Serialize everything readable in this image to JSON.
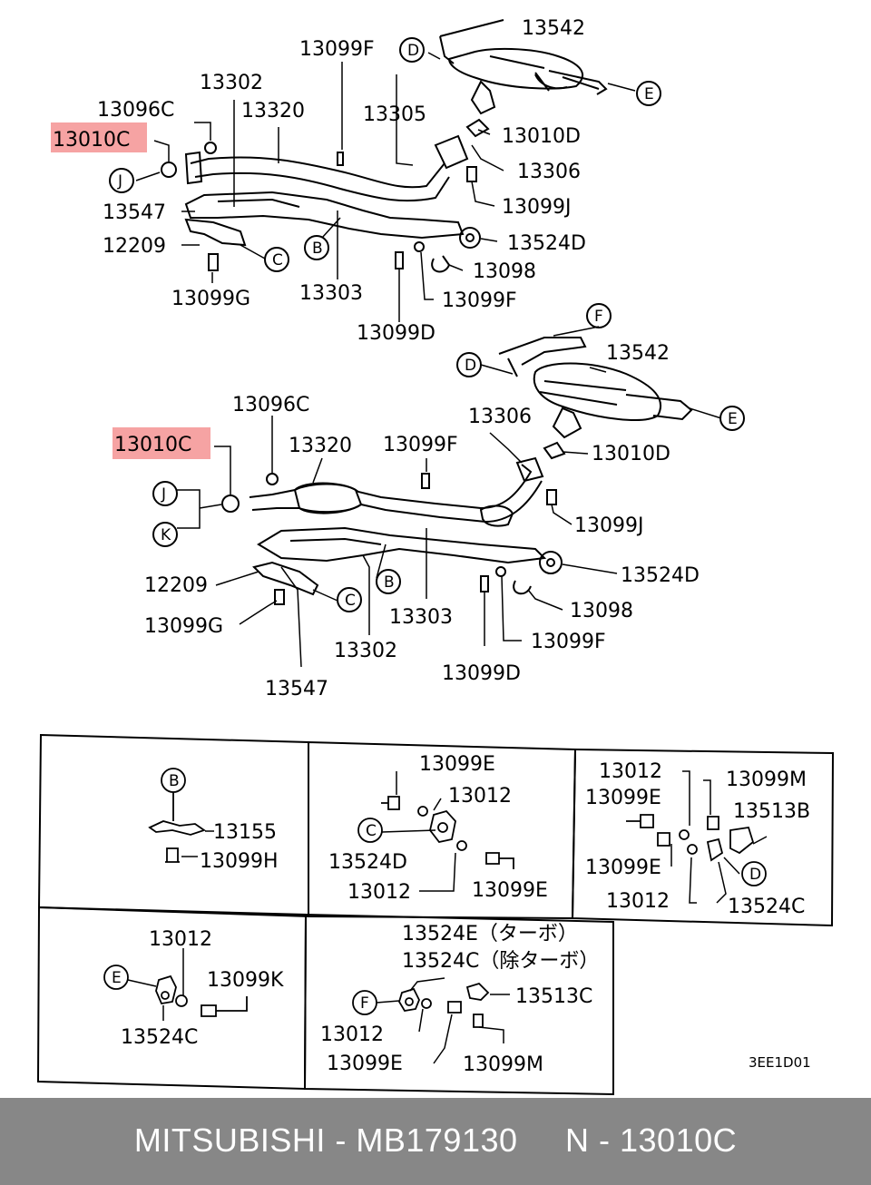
{
  "diagram": {
    "upper_assembly": {
      "labels": {
        "l13542": "13542",
        "l13099F_top": "13099F",
        "l13302": "13302",
        "l13096C": "13096C",
        "l13320": "13320",
        "l13305": "13305",
        "l13010D": "13010D",
        "l13010C": "13010C",
        "l13306": "13306",
        "l13099J": "13099J",
        "l13547": "13547",
        "l13524D": "13524D",
        "l12209": "12209",
        "l13098": "13098",
        "l13099G": "13099G",
        "l13303": "13303",
        "l13099F": "13099F",
        "l13099D": "13099D"
      },
      "circles": {
        "D": "D",
        "E": "E",
        "J": "J",
        "C": "C",
        "B": "B"
      }
    },
    "lower_assembly": {
      "labels": {
        "l13542": "13542",
        "l13096C": "13096C",
        "l13306": "13306",
        "l13010C": "13010C",
        "l13320": "13320",
        "l13099F_top": "13099F",
        "l13010D": "13010D",
        "l13099J": "13099J",
        "l13524D": "13524D",
        "l12209": "12209",
        "l13098": "13098",
        "l13099G": "13099G",
        "l13303": "13303",
        "l13099F": "13099F",
        "l13302": "13302",
        "l13099D": "13099D",
        "l13547": "13547"
      },
      "circles": {
        "F": "F",
        "D": "D",
        "E": "E",
        "J": "J",
        "K": "K",
        "B": "B",
        "C": "C"
      }
    },
    "detail_boxes": {
      "box_b": {
        "circle": "B",
        "l13155": "13155",
        "l13099H": "13099H"
      },
      "box_c": {
        "circle": "C",
        "l13099E_top": "13099E",
        "l13012_top": "13012",
        "l13524D": "13524D",
        "l13012_bottom": "13012",
        "l13099E_bottom": "13099E"
      },
      "box_d": {
        "circle": "D",
        "l13012_top": "13012",
        "l13099M": "13099M",
        "l13099E_top": "13099E",
        "l13513B": "13513B",
        "l13099E_mid": "13099E",
        "l13012_bottom": "13012",
        "l13524C": "13524C"
      },
      "box_e": {
        "circle": "E",
        "l13012": "13012",
        "l13099K": "13099K",
        "l13524C": "13524C"
      },
      "box_f": {
        "circle": "F",
        "l13524E": "13524E（ターボ）",
        "l13524C": "13524C（除ターボ）",
        "l13513C": "13513C",
        "l13012": "13012",
        "l13099E": "13099E",
        "l13099M": "13099M"
      }
    },
    "drawing_code": "3EE1D01"
  },
  "highlight_color": "#f6a3a3",
  "footer": {
    "text": "MITSUBISHI - MB179130     N - 13010C",
    "background": "#878787"
  }
}
